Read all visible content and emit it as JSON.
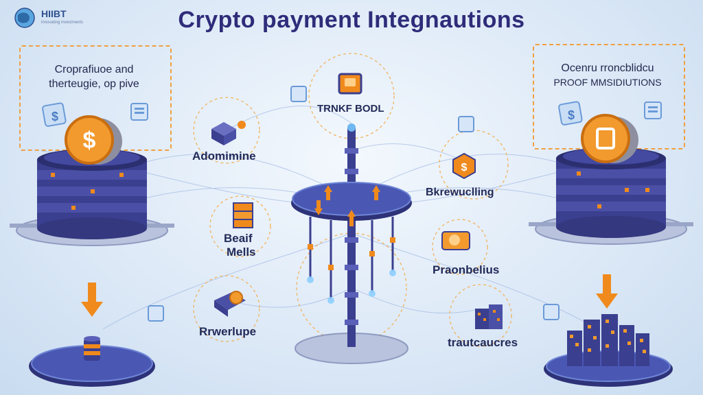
{
  "logo": {
    "text": "HIIBT",
    "subtitle": "innovating investments"
  },
  "title": "Crypto payment Integnautions",
  "left_box": {
    "line1": "Croprafiuoe and",
    "line2": "therteugie, op pive"
  },
  "right_box": {
    "line1": "Ocenru rroncblidcu",
    "line2": "proof mmsidiutions"
  },
  "labels": {
    "adomimine": "Adomimine",
    "trnkf_bodl": "TRNKF BODL",
    "beaif": "Beaif",
    "mells": "Mells",
    "rrwerlupe": "Rrwerlupe",
    "bkrewucling": "Bkrewuclling",
    "pranbelius": "Praonbelius",
    "traitcaucres": "trautcaucres"
  },
  "colors": {
    "title": "#2f2c7a",
    "coin": "#f29a2e",
    "dark_purple": "#3b3f8f",
    "accent_orange": "#f08a1c",
    "platform": "#b9c3dd"
  },
  "icons": [
    "coin-icon",
    "server-stack-icon",
    "arrow-down-icon",
    "building-icon",
    "blockchain-tower-icon",
    "document-icon"
  ]
}
